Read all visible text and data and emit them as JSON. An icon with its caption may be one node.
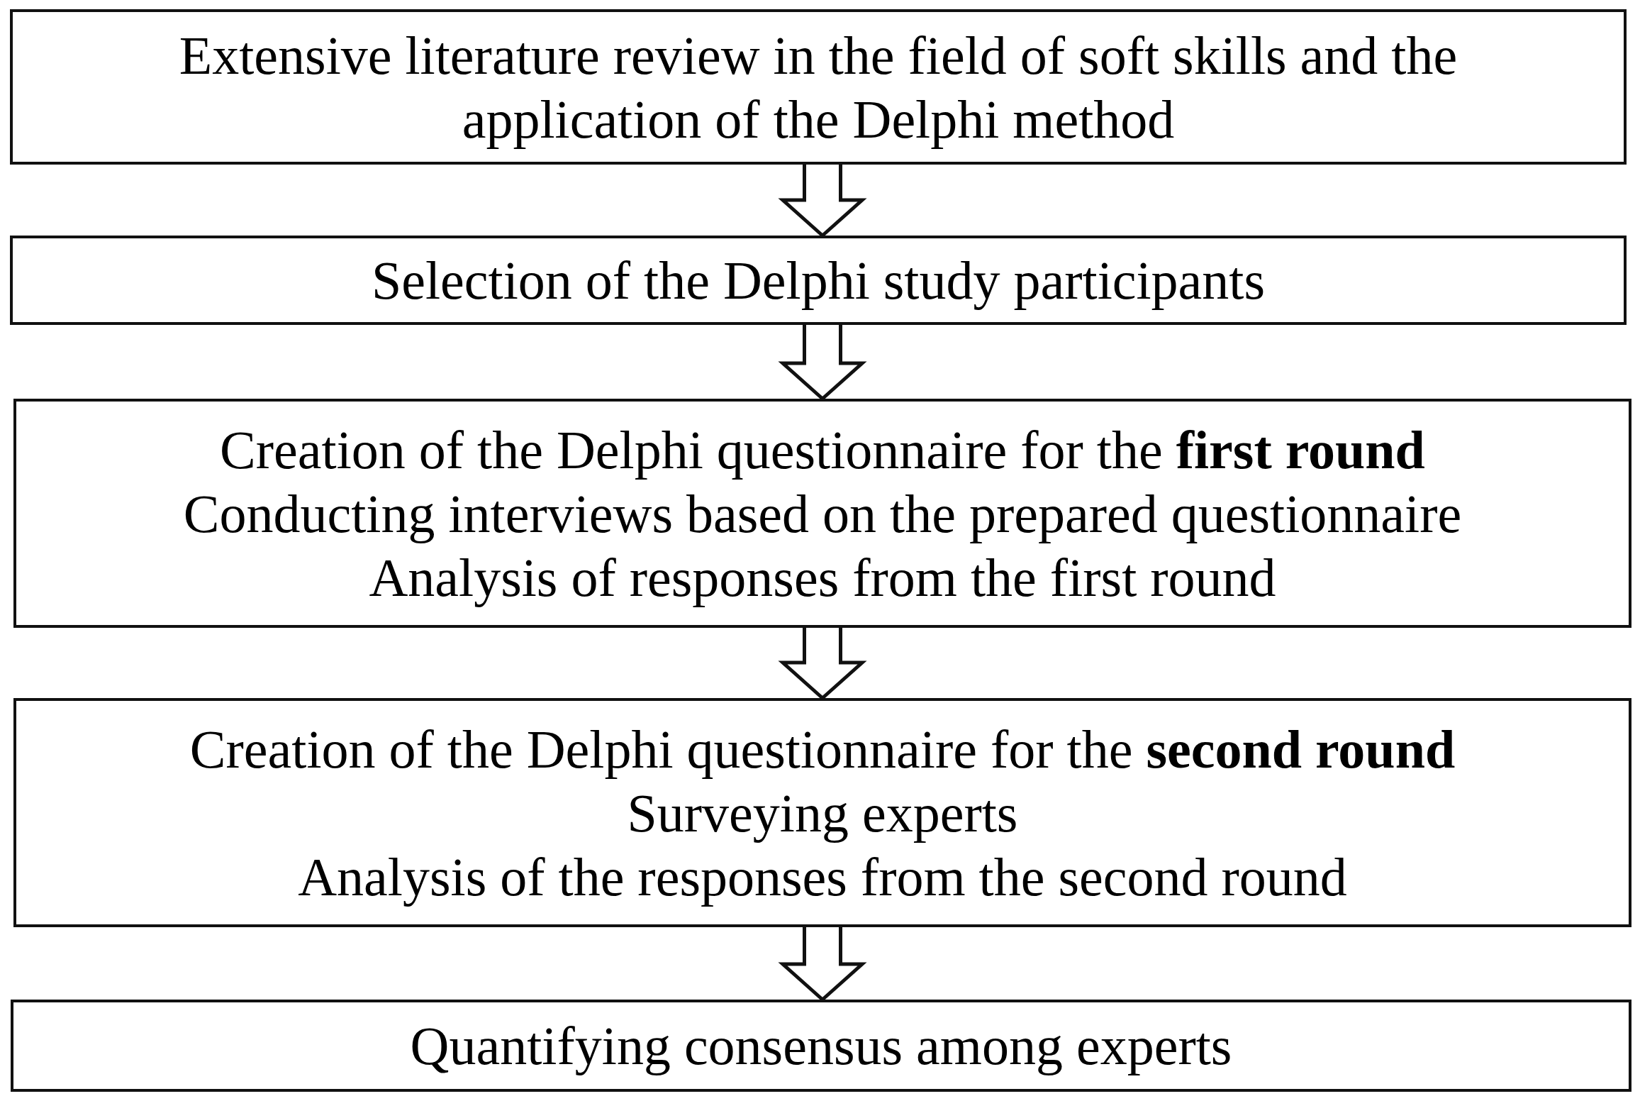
{
  "diagram": {
    "nodes": [
      {
        "text": [
          "Extensive literature review in the field of soft skills and the application of the Delphi method"
        ]
      },
      {
        "text": [
          "Selection of the Delphi study participants"
        ]
      },
      {
        "text": [
          "Creation of the Delphi questionnaire for the **first round**",
          "Conducting interviews based on the prepared questionnaire",
          "Analysis of responses from the first round"
        ]
      },
      {
        "text": [
          "Creation of the Delphi questionnaire for the **second round**",
          "Surveying experts",
          "Analysis of the responses from the second round"
        ]
      },
      {
        "text": [
          "Quantifying consensus among experts"
        ]
      }
    ],
    "edges": [
      {
        "from": 0,
        "to": 1,
        "arrow": "to"
      },
      {
        "from": 1,
        "to": 2,
        "arrow": "to"
      },
      {
        "from": 2,
        "to": 3,
        "arrow": "to"
      },
      {
        "from": 3,
        "to": 4,
        "arrow": "to"
      }
    ]
  }
}
